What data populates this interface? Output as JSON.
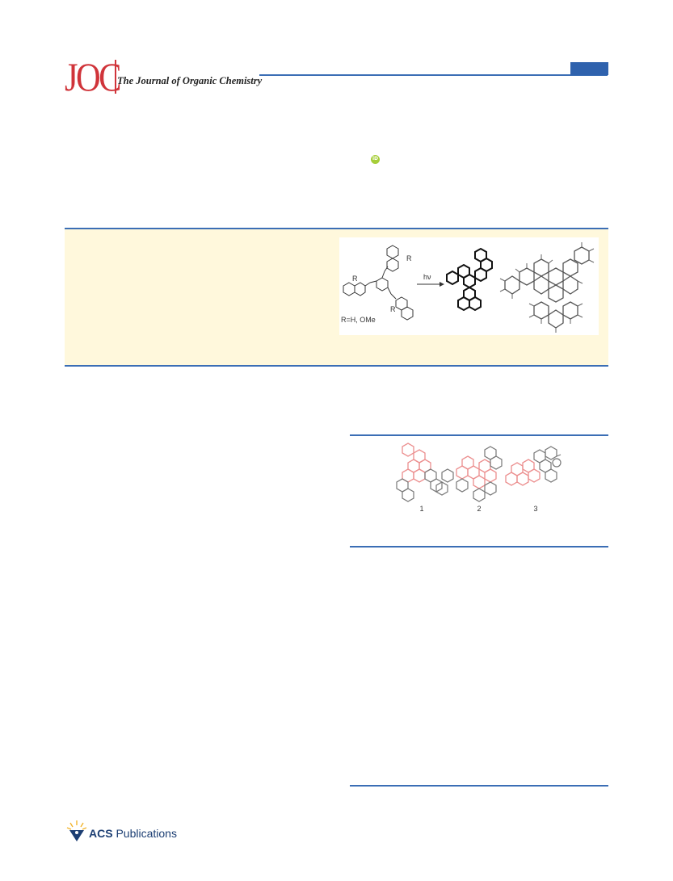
{
  "header": {
    "logo": "JOC",
    "journal_name": "The Journal of Organic Chemistry",
    "accent_color": "#2f62ad",
    "logo_color": "#d0343a"
  },
  "orcid": {
    "icon": "orcid-icon",
    "label": "iD",
    "color": "#a6ce39"
  },
  "toc_graphic": {
    "arrow_label": "hν",
    "substituent_R": "R",
    "substituent_label": "R=H, OMe"
  },
  "figure_1": {
    "compounds": [
      {
        "label": "1"
      },
      {
        "label": "2"
      },
      {
        "label": "3"
      }
    ],
    "highlight_color": "#ec8f8f"
  },
  "footer": {
    "publisher_bold": "ACS",
    "publisher_rest": " Publications"
  }
}
